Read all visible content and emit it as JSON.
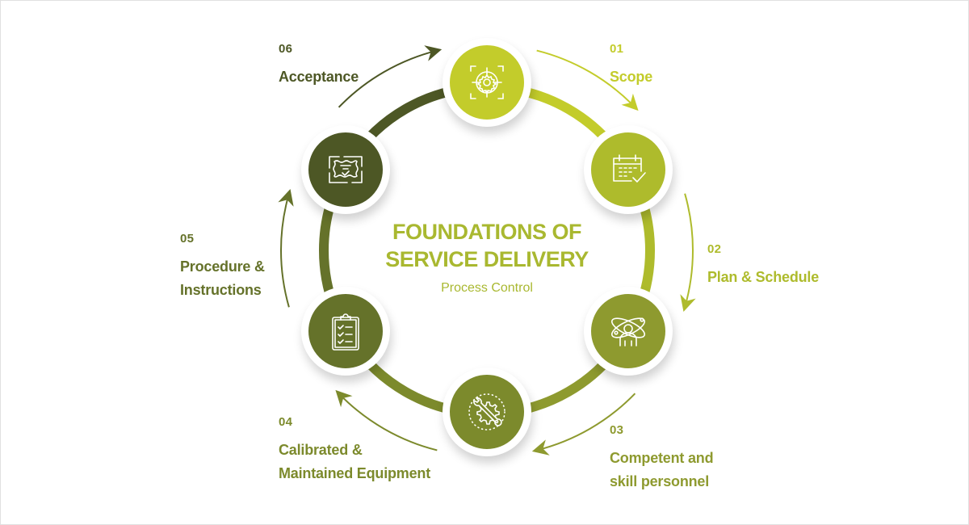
{
  "center": {
    "title_line1": "FOUNDATIONS OF",
    "title_line2": "SERVICE DELIVERY",
    "subtitle": "Process Control"
  },
  "colors": {
    "step1": "#c3cc2b",
    "step2": "#aebb2c",
    "step3": "#8e9a2f",
    "step4": "#7c8a2c",
    "step5": "#65722a",
    "step6": "#4d5725",
    "center_text": "#a9b830"
  },
  "steps": [
    {
      "number": "01",
      "title": "Scope",
      "icon": "target-gear-icon"
    },
    {
      "number": "02",
      "title": "Plan & Schedule",
      "icon": "calendar-check-icon"
    },
    {
      "number": "03",
      "title": "Competent and skill personnel",
      "title_lines": [
        "Competent and",
        "skill personnel"
      ],
      "icon": "person-atom-icon"
    },
    {
      "number": "04",
      "title": "Calibrated & Maintained Equipment",
      "title_lines": [
        "Calibrated &",
        "Maintained Equipment"
      ],
      "icon": "wrench-gear-icon"
    },
    {
      "number": "05",
      "title": "Procedure & Instructions",
      "title_lines": [
        "Procedure &",
        "Instructions"
      ],
      "icon": "clipboard-checklist-icon"
    },
    {
      "number": "06",
      "title": "Acceptance",
      "icon": "certificate-icon"
    }
  ]
}
